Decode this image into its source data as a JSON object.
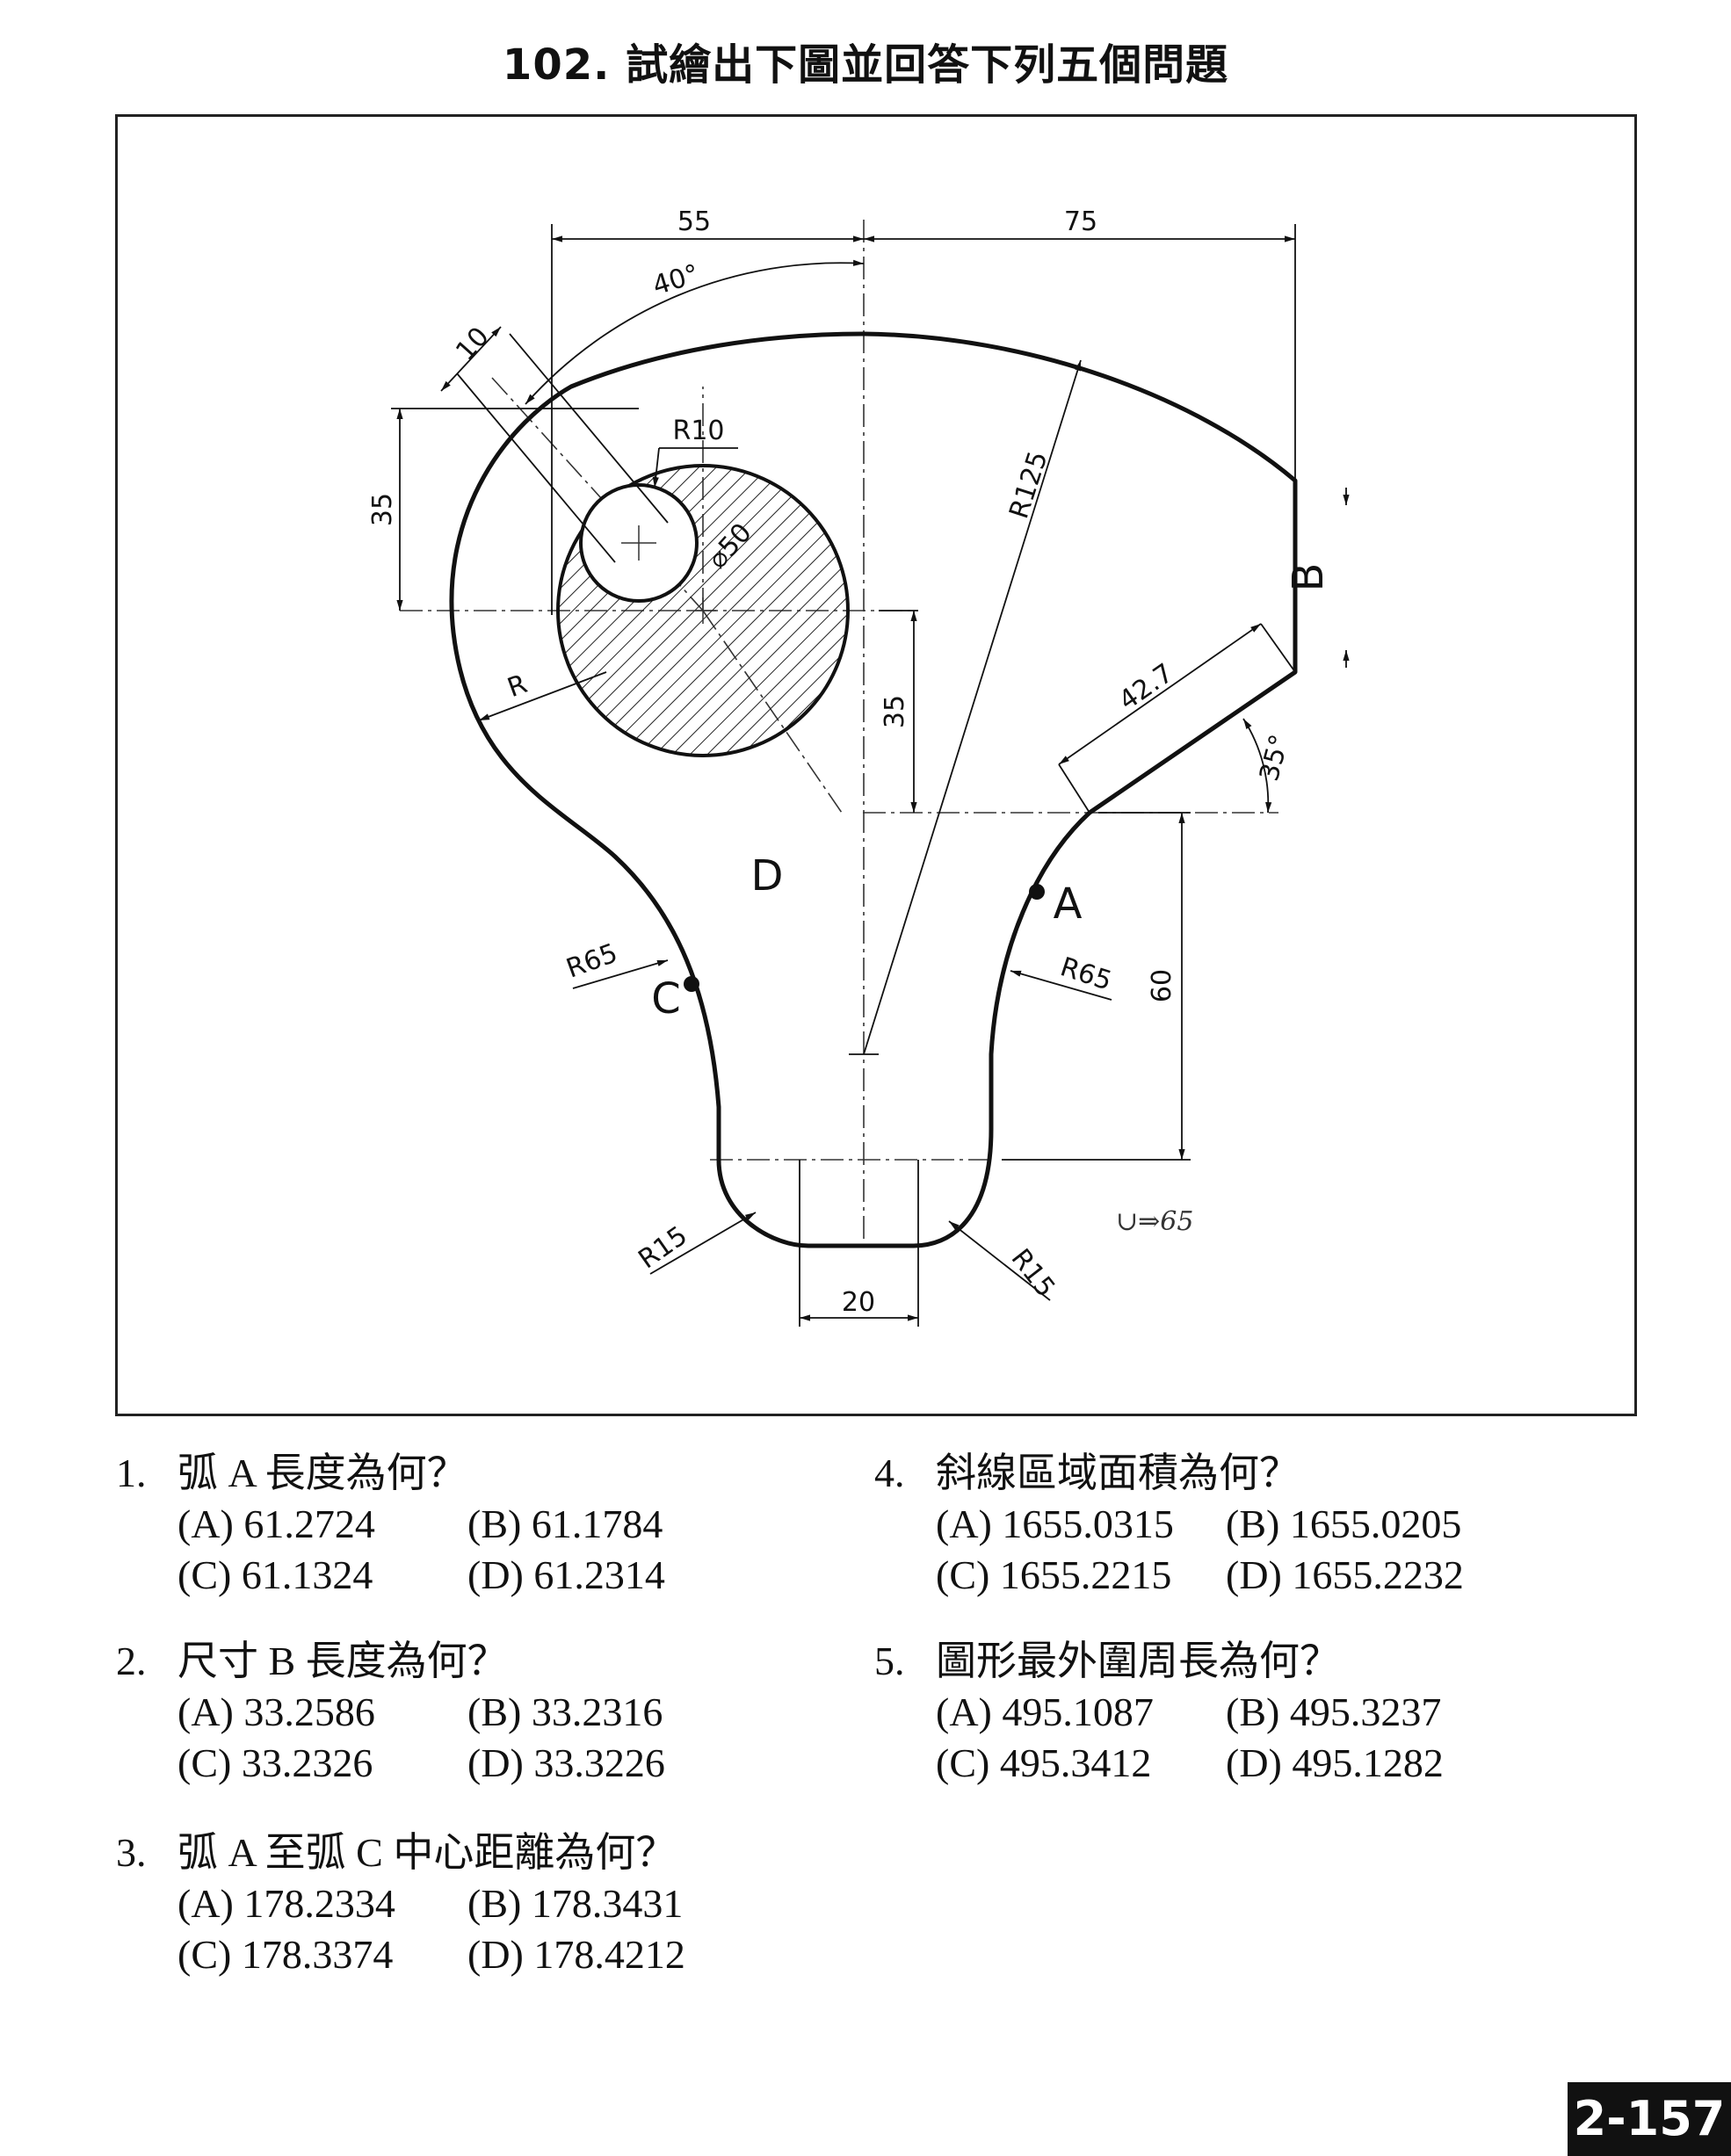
{
  "title": "102. 試繪出下圖並回答下列五個問題",
  "drawing": {
    "dims": {
      "d55": "55",
      "d75": "75",
      "d40deg": "40°",
      "d10": "10",
      "r10": "R10",
      "d35_left": "35",
      "phi50": "⌀50",
      "r125": "R125",
      "r_plain": "R",
      "d35_mid": "35",
      "d42_7": "42.7",
      "d35deg": "35°",
      "r65_left": "R65",
      "r65_right": "R65",
      "d60": "60",
      "r15_left": "R15",
      "r15_right": "R15",
      "d20": "20"
    },
    "labels": {
      "a": "A",
      "b": "B",
      "c": "C",
      "d": "D"
    },
    "handwritten_note": "∪⇒65"
  },
  "questions": [
    {
      "number": "1.",
      "text": "弧 A 長度為何？",
      "options": [
        "(A) 61.2724",
        "(B) 61.1784",
        "(C) 61.1324",
        "(D) 61.2314"
      ]
    },
    {
      "number": "2.",
      "text": "尺寸 B 長度為何？",
      "options": [
        "(A) 33.2586",
        "(B) 33.2316",
        "(C) 33.2326",
        "(D) 33.3226"
      ]
    },
    {
      "number": "3.",
      "text": "弧 A 至弧 C 中心距離為何？",
      "options": [
        "(A) 178.2334",
        "(B) 178.3431",
        "(C) 178.3374",
        "(D) 178.4212"
      ]
    },
    {
      "number": "4.",
      "text": "斜線區域面積為何？",
      "options": [
        "(A) 1655.0315",
        "(B) 1655.0205",
        "(C) 1655.2215",
        "(D) 1655.2232"
      ]
    },
    {
      "number": "5.",
      "text": "圖形最外圍周長為何？",
      "options": [
        "(A) 495.1087",
        "(B) 495.3237",
        "(C) 495.3412",
        "(D) 495.1282"
      ]
    }
  ],
  "page_number": "2-157"
}
